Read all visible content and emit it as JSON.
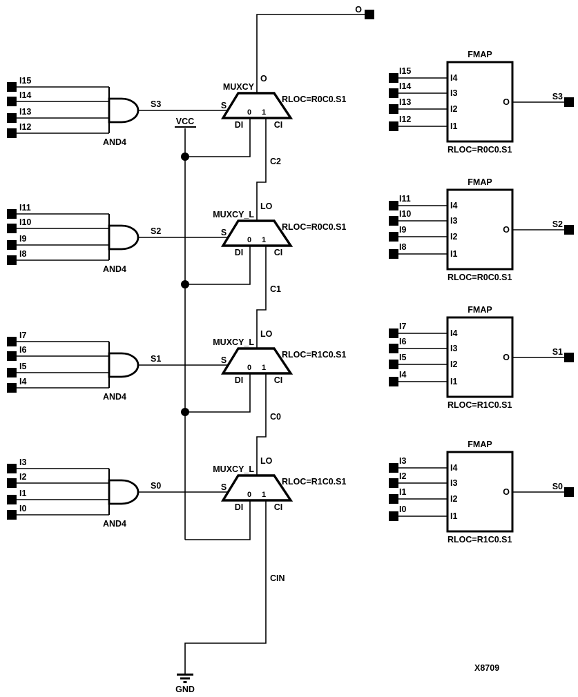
{
  "diagram": {
    "figure_label": "X8709",
    "background": "#ffffff",
    "ink_color": "#000000",
    "carry_output": {
      "label": "O"
    },
    "vcc": {
      "label": "VCC"
    },
    "gnd": {
      "label": "GND"
    },
    "stages": [
      {
        "inputs": [
          "I15",
          "I14",
          "I13",
          "I12"
        ],
        "gate": "AND4",
        "sum": "S3",
        "mux": {
          "name": "MUXCY",
          "rloc": "RLOC=R0C0.S1",
          "out": "O",
          "select": "S",
          "di": "DI",
          "ci": "CI",
          "zero": "0",
          "one": "1"
        },
        "carry_in": "C2"
      },
      {
        "inputs": [
          "I11",
          "I10",
          "I9",
          "I8"
        ],
        "gate": "AND4",
        "sum": "S2",
        "mux": {
          "name": "MUXCY_L",
          "rloc": "RLOC=R0C0.S1",
          "out": "LO",
          "select": "S",
          "di": "DI",
          "ci": "CI",
          "zero": "0",
          "one": "1"
        },
        "carry_in": "C1"
      },
      {
        "inputs": [
          "I7",
          "I6",
          "I5",
          "I4"
        ],
        "gate": "AND4",
        "sum": "S1",
        "mux": {
          "name": "MUXCY_L",
          "rloc": "RLOC=R1C0.S1",
          "out": "LO",
          "select": "S",
          "di": "DI",
          "ci": "CI",
          "zero": "0",
          "one": "1"
        },
        "carry_in": "C0"
      },
      {
        "inputs": [
          "I3",
          "I2",
          "I1",
          "I0"
        ],
        "gate": "AND4",
        "sum": "S0",
        "mux": {
          "name": "MUXCY_L",
          "rloc": "RLOC=R1C0.S1",
          "out": "LO",
          "select": "S",
          "di": "DI",
          "ci": "CI",
          "zero": "0",
          "one": "1"
        },
        "carry_in": "CIN"
      }
    ],
    "fmaps": [
      {
        "title": "FMAP",
        "inputs": [
          "I15",
          "I14",
          "I13",
          "I12"
        ],
        "pins": [
          "I4",
          "I3",
          "I2",
          "I1"
        ],
        "out_pin": "O",
        "output": "S3",
        "rloc": "RLOC=R0C0.S1"
      },
      {
        "title": "FMAP",
        "inputs": [
          "I11",
          "I10",
          "I9",
          "I8"
        ],
        "pins": [
          "I4",
          "I3",
          "I2",
          "I1"
        ],
        "out_pin": "O",
        "output": "S2",
        "rloc": "RLOC=R0C0.S1"
      },
      {
        "title": "FMAP",
        "inputs": [
          "I7",
          "I6",
          "I5",
          "I4"
        ],
        "pins": [
          "I4",
          "I3",
          "I2",
          "I1"
        ],
        "out_pin": "O",
        "output": "S1",
        "rloc": "RLOC=R1C0.S1"
      },
      {
        "title": "FMAP",
        "inputs": [
          "I3",
          "I2",
          "I1",
          "I0"
        ],
        "pins": [
          "I4",
          "I3",
          "I2",
          "I1"
        ],
        "out_pin": "O",
        "output": "S0",
        "rloc": "RLOC=R1C0.S1"
      }
    ]
  }
}
